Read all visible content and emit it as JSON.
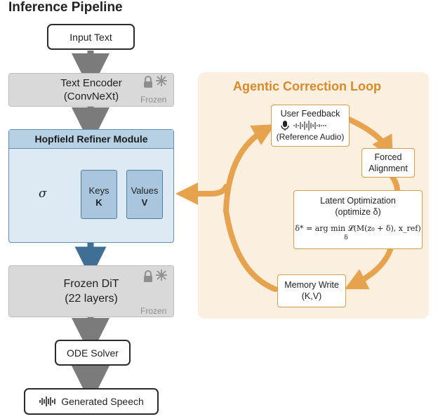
{
  "title": "Inference Pipeline",
  "pipeline": {
    "input_text": "Input Text",
    "text_encoder_line1": "Text Encoder",
    "text_encoder_line2": "(ConvNeXt)",
    "frozen_label": "Frozen",
    "hopfield_title": "Hopfield Refiner Module",
    "sigma_symbol": "σ",
    "keys_label": "Keys",
    "keys_symbol": "K",
    "values_label": "Values",
    "values_symbol": "V",
    "dit_line1": "Frozen DiT",
    "dit_line2": "(22 layers)",
    "ode_solver": "ODE Solver",
    "generated_speech": "Generated Speech"
  },
  "loop": {
    "title": "Agentic Correction Loop",
    "user_feedback": "User Feedback",
    "reference_audio": "(Reference Audio)",
    "forced_alignment_line1": "Forced",
    "forced_alignment_line2": "Alignment",
    "latent_opt_line1": "Latent Optimization",
    "latent_opt_line2": "(optimize δ)",
    "formula": "δ* = arg min 𝓛(M(z₀ + δ), x_ref)",
    "formula_sub": "δ",
    "memory_write_line1": "Memory Write",
    "memory_write_line2": "(K,V)"
  },
  "colors": {
    "orange": "#e6a24c",
    "blue": "#3f6f94",
    "gray_arrow": "#7b7b7b"
  },
  "icons": [
    "lock-icon",
    "snowflake-icon",
    "microphone-icon",
    "waveform-icon"
  ]
}
